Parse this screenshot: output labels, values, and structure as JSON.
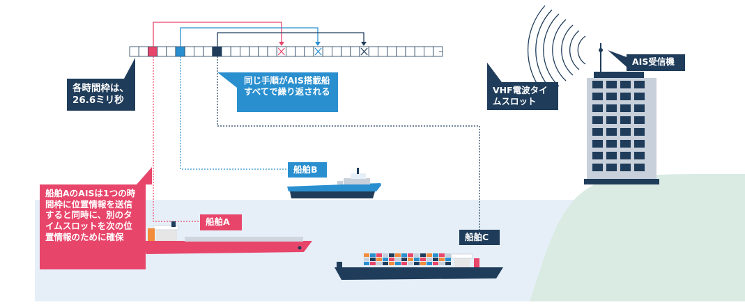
{
  "callouts": {
    "slot_time": "各時間枠は、26.6ミリ秒",
    "same_procedure": "同じ手順がAIS搭載船すべてで繰り返される",
    "vhf_slot": "VHF電波タイムスロット",
    "ais_receiver": "AIS受信機",
    "ship_a_note": "船舶AのAISは1つの時間枠に位置情報を送信すると同時に、別のタイムスロットを次の位置情報のために確保"
  },
  "ships": {
    "a": "船舶A",
    "b": "船舶B",
    "c": "船舶C"
  },
  "colors": {
    "ship_a": "#e8456a",
    "ship_b": "#2a8fcf",
    "ship_c": "#1f3c5a",
    "sea": "#e6eff8",
    "land": "#d9ebe3",
    "building_body": "#c8d0db",
    "building_window": "#1f3c5a"
  },
  "icons": {
    "reserved_slot": "cross-box-icon",
    "radio_wave": "radio-wave-icon",
    "antenna": "antenna-icon"
  }
}
